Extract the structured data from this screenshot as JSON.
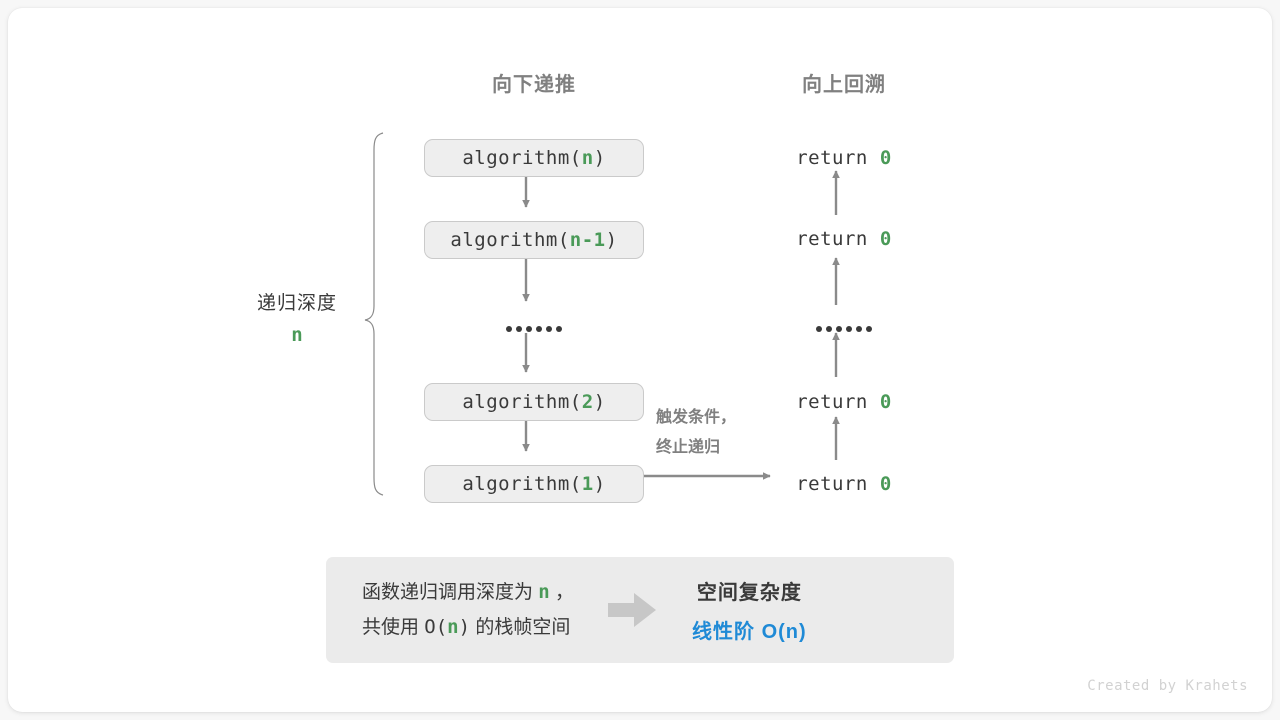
{
  "headers": {
    "down": "向下递推",
    "up": "向上回溯"
  },
  "depth": {
    "label": "递归深度",
    "value": "n"
  },
  "call_stack": [
    {
      "name": "algorithm(",
      "arg": "n",
      "close": ")"
    },
    {
      "name": "algorithm(",
      "arg": "n-1",
      "close": ")"
    },
    {
      "name": "algorithm(",
      "arg": "2",
      "close": ")"
    },
    {
      "name": "algorithm(",
      "arg": "1",
      "close": ")"
    }
  ],
  "ellipsis_dots": 6,
  "returns": [
    {
      "keyword": "return",
      "value": "0"
    },
    {
      "keyword": "return",
      "value": "0"
    },
    {
      "keyword": "return",
      "value": "0"
    },
    {
      "keyword": "return",
      "value": "0"
    }
  ],
  "trigger": {
    "line1": "触发条件，",
    "line2": "终止递归"
  },
  "summary": {
    "left_line1_pre": "函数递归调用深度为 ",
    "left_line1_var": "n",
    "left_line1_post": " ，",
    "left_line2_pre": "共使用 ",
    "left_line2_o": "O(",
    "left_line2_var": "n",
    "left_line2_close": ")",
    "left_line2_post": " 的栈帧空间",
    "right_title": "空间复杂度",
    "right_value": "线性阶 O(n)"
  },
  "credit": "Created by Krahets",
  "colors": {
    "accent_green": "#4a9a58",
    "accent_blue": "#1f8ad6",
    "text": "#3a3a3a",
    "muted": "#808080",
    "box_fill": "#eeeeee",
    "box_border": "#cacaca",
    "panel_fill": "#ebebeb",
    "arrow": "#8a8a8a"
  }
}
